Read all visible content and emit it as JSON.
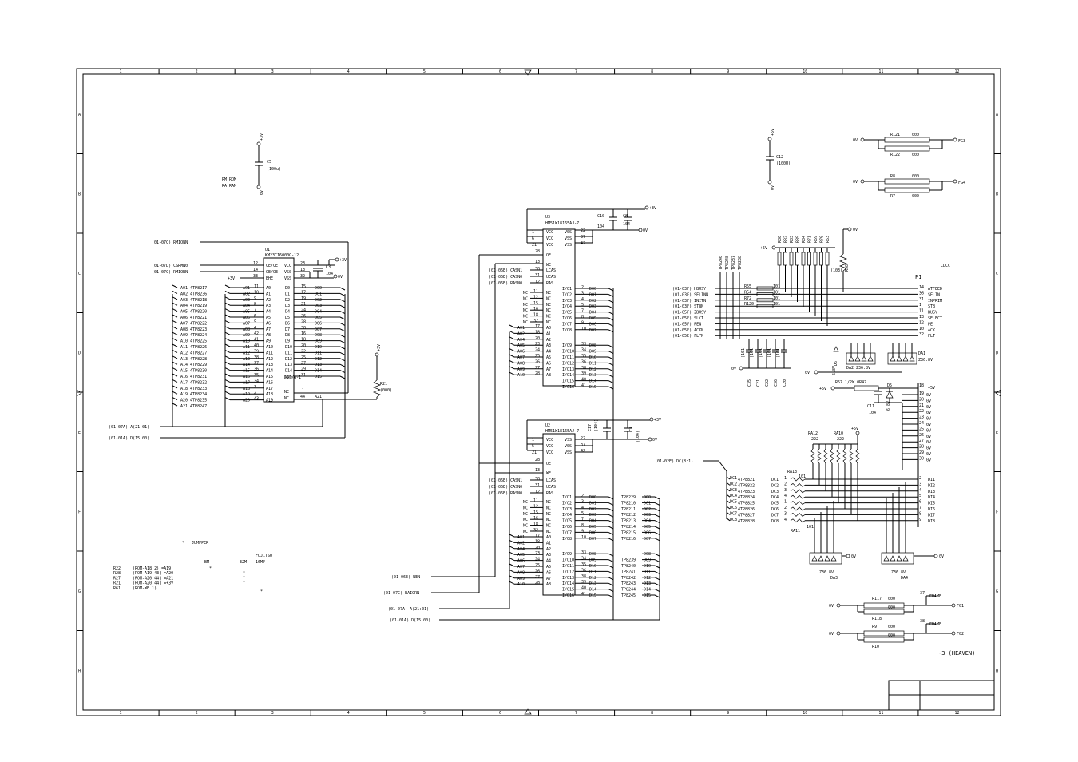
{
  "border": {
    "columns": [
      "1",
      "2",
      "3",
      "4",
      "5",
      "6",
      "7",
      "8",
      "9",
      "10",
      "11",
      "12"
    ],
    "rows": [
      "A",
      "B",
      "C",
      "D",
      "E",
      "F",
      "G",
      "H"
    ]
  },
  "legend": {
    "rom": "RM:ROM",
    "ram": "RA:RAM",
    "jumper": "* : JUMPPER",
    "bm": "BM",
    "mode32": "32M",
    "fujitsu": "FUJITSU",
    "mode16": "16MF",
    "lines": [
      {
        "ref": "R22",
        "desc": "(ROM-A18  2) =A19"
      },
      {
        "ref": "R28",
        "desc": "(ROM-A19 43) =A20"
      },
      {
        "ref": "R27",
        "desc": "(ROM-A20 44) =A21"
      },
      {
        "ref": "R21",
        "desc": "(ROM-A20 44) =+3V"
      },
      {
        "ref": "R61",
        "desc": "(ROM-WE   1)"
      }
    ]
  },
  "caps_top": {
    "c5_ref": "C5",
    "c5_val": "(100u)",
    "c5_top": "+3V",
    "c5_bot": "0V",
    "c12_ref": "C12",
    "c12_val": "(100U)",
    "c12_top": "+5V",
    "c12_bot": "0V"
  },
  "u1": {
    "ref": "U1",
    "part": "KM23C16000G-12",
    "in_pins": [
      {
        "name": "CE/CE",
        "num": "12"
      },
      {
        "name": "OE/OE",
        "num": "14"
      },
      {
        "name": "BHE",
        "num": "33"
      }
    ],
    "power": [
      {
        "name": "VCC",
        "num": "23"
      },
      {
        "name": "VSS",
        "num": "13"
      },
      {
        "name": "VSS",
        "num": "32"
      }
    ],
    "c3_ref": "C3",
    "c3_val": "104",
    "sig_rmoe": "(01-07C) RMIOWN",
    "sig_csrmn": "(01-07D) CSRMN0",
    "sig_rmiorn": "(01-07C) RMIORN",
    "plus3v": "+3V",
    "zero_v": "0V",
    "addr": [
      {
        "tp": "A01 4TP8217",
        "bus": "A01",
        "num": "11",
        "pin": "A0"
      },
      {
        "tp": "A02 4TP8236",
        "bus": "A02",
        "num": "10",
        "pin": "A1"
      },
      {
        "tp": "A03 4TP8218",
        "bus": "A03",
        "num": "9",
        "pin": "A2"
      },
      {
        "tp": "A04 4TP8219",
        "bus": "A04",
        "num": "8",
        "pin": "A3"
      },
      {
        "tp": "A05 4TP8220",
        "bus": "A05",
        "num": "7",
        "pin": "A4"
      },
      {
        "tp": "A06 4TP8221",
        "bus": "A06",
        "num": "6",
        "pin": "A5"
      },
      {
        "tp": "A07 4TP8222",
        "bus": "A07",
        "num": "5",
        "pin": "A6"
      },
      {
        "tp": "A08 4TP8223",
        "bus": "A08",
        "num": "4",
        "pin": "A7"
      },
      {
        "tp": "A09 4TP8224",
        "bus": "A09",
        "num": "42",
        "pin": "A8"
      },
      {
        "tp": "A10 4TP8225",
        "bus": "A10",
        "num": "41",
        "pin": "A9"
      },
      {
        "tp": "A11 4TP8226",
        "bus": "A11",
        "num": "40",
        "pin": "A10"
      },
      {
        "tp": "A12 4TP8227",
        "bus": "A12",
        "num": "39",
        "pin": "A11"
      },
      {
        "tp": "A13 4TP8228",
        "bus": "A13",
        "num": "38",
        "pin": "A12"
      },
      {
        "tp": "A14 4TP8229",
        "bus": "A14",
        "num": "37",
        "pin": "A13"
      },
      {
        "tp": "A15 4TP8230",
        "bus": "A15",
        "num": "36",
        "pin": "A14"
      },
      {
        "tp": "A16 4TP8231",
        "bus": "A16",
        "num": "35",
        "pin": "A15"
      },
      {
        "tp": "A17 4TP8232",
        "bus": "A17",
        "num": "34",
        "pin": "A16"
      },
      {
        "tp": "A18 4TP8233",
        "bus": "A18",
        "num": "3",
        "pin": "A17"
      },
      {
        "tp": "A19 4TP8234",
        "bus": "A19",
        "num": "2",
        "pin": "A18"
      },
      {
        "tp": "A20 4TP8235",
        "bus": "A20",
        "num": "43",
        "pin": "A19"
      },
      {
        "tp": "A21 4TP8247",
        "bus": "",
        "num": "",
        "pin": ""
      }
    ],
    "data": [
      {
        "pin": "D0",
        "num": "15",
        "bus": "D00"
      },
      {
        "pin": "D1",
        "num": "17",
        "bus": "D01"
      },
      {
        "pin": "D2",
        "num": "19",
        "bus": "D02"
      },
      {
        "pin": "D3",
        "num": "21",
        "bus": "D03"
      },
      {
        "pin": "D4",
        "num": "24",
        "bus": "D04"
      },
      {
        "pin": "D5",
        "num": "26",
        "bus": "D05"
      },
      {
        "pin": "D6",
        "num": "28",
        "bus": "D06"
      },
      {
        "pin": "D7",
        "num": "30",
        "bus": "D07"
      },
      {
        "pin": "D8",
        "num": "16",
        "bus": "D08"
      },
      {
        "pin": "D9",
        "num": "18",
        "bus": "D09"
      },
      {
        "pin": "D10",
        "num": "20",
        "bus": "D10"
      },
      {
        "pin": "D11",
        "num": "22",
        "bus": "D11"
      },
      {
        "pin": "D12",
        "num": "25",
        "bus": "D12"
      },
      {
        "pin": "D13",
        "num": "27",
        "bus": "D13"
      },
      {
        "pin": "D14",
        "num": "29",
        "bus": "D14"
      },
      {
        "pin": "D15",
        "num": "31",
        "bus": "D15"
      }
    ],
    "d15a": "D15/A-1",
    "nc1": "NC",
    "nc1_num": "1",
    "nc2": "NC",
    "nc2_num": "44",
    "nc2_bus": "A21",
    "r21_ref": "R21",
    "r21_val": "(000)",
    "r21_top": "+3V",
    "sig_addr": "(01-07A) A(21:01)",
    "sig_data": "(01-01A) D(15:00)"
  },
  "u3": {
    "ref": "U3",
    "part": "HM51W18165AJ-7",
    "vcc": [
      {
        "num": "1"
      },
      {
        "num": "6"
      },
      {
        "num": "21"
      }
    ],
    "vss": [
      {
        "num": "22"
      },
      {
        "num": "37"
      },
      {
        "num": "42"
      }
    ],
    "c10_ref": "C10",
    "c10_val": "104",
    "c8_ref": "C8",
    "c8_val": "104",
    "plus3v": "+3V",
    "zero_v": "0V",
    "oe_num": "28",
    "we_num": "13",
    "cas": [
      {
        "sig": "(01-06E) CASN1",
        "num": "30",
        "pin": "LCAS"
      },
      {
        "sig": "(01-06E) CASN0",
        "num": "31",
        "pin": "UCAS"
      },
      {
        "sig": "(01-06E) RASN0",
        "num": "12",
        "pin": "RAS"
      }
    ],
    "nc": [
      "11",
      "12",
      "15",
      "16",
      "18",
      "32"
    ],
    "io": [
      {
        "pin": "I/O1",
        "num": "2",
        "bus": "D00"
      },
      {
        "pin": "I/O2",
        "num": "3",
        "bus": "D01"
      },
      {
        "pin": "I/O3",
        "num": "4",
        "bus": "D02"
      },
      {
        "pin": "I/O4",
        "num": "5",
        "bus": "D03"
      },
      {
        "pin": "I/O5",
        "num": "7",
        "bus": "D04"
      },
      {
        "pin": "I/O6",
        "num": "8",
        "bus": "D05"
      },
      {
        "pin": "I/O7",
        "num": "9",
        "bus": "D06"
      },
      {
        "pin": "I/O8",
        "num": "10",
        "bus": "D07"
      },
      {
        "pin": "I/O9",
        "num": "33",
        "bus": "D08"
      },
      {
        "pin": "I/O10",
        "num": "34",
        "bus": "D09"
      },
      {
        "pin": "I/O11",
        "num": "35",
        "bus": "D10"
      },
      {
        "pin": "I/O12",
        "num": "36",
        "bus": "D11"
      },
      {
        "pin": "I/O13",
        "num": "38",
        "bus": "D12"
      },
      {
        "pin": "I/O14",
        "num": "39",
        "bus": "D13"
      },
      {
        "pin": "I/O15",
        "num": "40",
        "bus": "D14"
      },
      {
        "pin": "I/O16",
        "num": "41",
        "bus": "D15"
      }
    ],
    "addr": [
      {
        "bus": "A01",
        "num": "17",
        "pin": "A0"
      },
      {
        "bus": "A02",
        "num": "18",
        "pin": "A1"
      },
      {
        "bus": "A04",
        "num": "20",
        "pin": "A2"
      },
      {
        "bus": "A05",
        "num": "23",
        "pin": "A3"
      },
      {
        "bus": "A06",
        "num": "24",
        "pin": "A4"
      },
      {
        "bus": "A07",
        "num": "25",
        "pin": "A5"
      },
      {
        "bus": "A08",
        "num": "26",
        "pin": "A6"
      },
      {
        "bus": "A09",
        "num": "27",
        "pin": "A7"
      },
      {
        "bus": "A10",
        "num": "28",
        "pin": "A8"
      }
    ]
  },
  "u2": {
    "ref": "U2",
    "part": "HM51W18165AJ-7",
    "vcc": [
      {
        "num": "1"
      },
      {
        "num": "6"
      },
      {
        "num": "21"
      }
    ],
    "vss": [
      {
        "num": "22"
      },
      {
        "num": "37"
      },
      {
        "num": "42"
      }
    ],
    "c17_ref": "C17",
    "c17_val": "(104)",
    "c7_ref": "C7",
    "c7_val": "(104)",
    "plus3v": "+3V",
    "zero_v": "0V",
    "oe_num": "28",
    "we_num": "13",
    "cas": [
      {
        "sig": "(01-06E) CASN1",
        "num": "30",
        "pin": "LCAS"
      },
      {
        "sig": "(01-06E) CASN0",
        "num": "31",
        "pin": "UCAS"
      },
      {
        "sig": "(01-06E) RASN0",
        "num": "12",
        "pin": "RAS"
      }
    ],
    "nc": [
      "11",
      "12",
      "15",
      "16",
      "18",
      "32"
    ],
    "io": [
      {
        "pin": "I/O1",
        "num": "2",
        "bus": "D00",
        "tp": "TP8229"
      },
      {
        "pin": "I/O2",
        "num": "3",
        "bus": "D01",
        "tp": "TP8210"
      },
      {
        "pin": "I/O3",
        "num": "4",
        "bus": "D02",
        "tp": "TP8211"
      },
      {
        "pin": "I/O4",
        "num": "5",
        "bus": "D03",
        "tp": "TP8212"
      },
      {
        "pin": "I/O5",
        "num": "7",
        "bus": "D04",
        "tp": "TP8213"
      },
      {
        "pin": "I/O6",
        "num": "8",
        "bus": "D05",
        "tp": "TP8214"
      },
      {
        "pin": "I/O7",
        "num": "9",
        "bus": "D06",
        "tp": "TP8215"
      },
      {
        "pin": "I/O8",
        "num": "10",
        "bus": "D07",
        "tp": "TP8216"
      },
      {
        "pin": "I/O9",
        "num": "33",
        "bus": "D08",
        "tp": ""
      },
      {
        "pin": "I/O10",
        "num": "34",
        "bus": "D09",
        "tp": "TP8239"
      },
      {
        "pin": "I/O11",
        "num": "35",
        "bus": "D10",
        "tp": "TP8240"
      },
      {
        "pin": "I/O12",
        "num": "36",
        "bus": "D11",
        "tp": "TP8241"
      },
      {
        "pin": "I/O13",
        "num": "38",
        "bus": "D12",
        "tp": "TP8242"
      },
      {
        "pin": "I/O14",
        "num": "39",
        "bus": "D13",
        "tp": "TP8243"
      },
      {
        "pin": "I/O15",
        "num": "40",
        "bus": "D14",
        "tp": "TP8244"
      },
      {
        "pin": "I/O16",
        "num": "41",
        "bus": "D15",
        "tp": "TP8245"
      }
    ],
    "addr": [
      {
        "bus": "A01",
        "num": "17",
        "pin": "A0"
      },
      {
        "bus": "A02",
        "num": "18",
        "pin": "A1"
      },
      {
        "bus": "A04",
        "num": "20",
        "pin": "A2"
      },
      {
        "bus": "A05",
        "num": "23",
        "pin": "A3"
      },
      {
        "bus": "A06",
        "num": "24",
        "pin": "A4"
      },
      {
        "bus": "A07",
        "num": "25",
        "pin": "A5"
      },
      {
        "bus": "A08",
        "num": "26",
        "pin": "A6"
      },
      {
        "bus": "A09",
        "num": "27",
        "pin": "A7"
      },
      {
        "bus": "A10",
        "num": "28",
        "pin": "A8"
      }
    ],
    "sig_wen": "(01-06E) WEN",
    "sig_raiorn": "(01-07C) RAIORN",
    "sig_addr": "(01-07A) A(21:01)",
    "sig_data": "(01-01A) D(15:00)"
  },
  "resistors_top": [
    {
      "left": "0V",
      "ref": "R121",
      "val": "000",
      "out": "FG3"
    },
    {
      "left": "",
      "ref": "R122",
      "val": "000",
      "out": ""
    },
    {
      "left": "0V",
      "ref": "R8",
      "val": "000",
      "out": "FG4"
    },
    {
      "left": "",
      "ref": "R7",
      "val": "000",
      "out": ""
    }
  ],
  "printer": {
    "cdcc": "CDCC",
    "p1": "P1",
    "tp_cols": [
      "TP8240",
      "TP8248",
      "TP8237",
      "TP8238"
    ],
    "pullups": [
      "R80",
      "R82",
      "R83",
      "R89",
      "R84",
      "R71",
      "R59",
      "R70",
      "R53"
    ],
    "pull_val": "102",
    "r58": "R58",
    "r58_val": "(103)",
    "plus5v": "+5V",
    "zero_v": "0V",
    "inputs": [
      {
        "sig": "(01-03F) HBUSY",
        "r": "R55",
        "val": "101",
        "pin": "14",
        "name": "ATFEED"
      },
      {
        "sig": "(01-03F) SELINN",
        "r": "R54",
        "val": "101",
        "pin": "36",
        "name": "SELIN"
      },
      {
        "sig": "(01-03F) INITN",
        "r": "R72",
        "val": "101",
        "pin": "31",
        "name": "INPRIM"
      },
      {
        "sig": "(01-03F) STBN",
        "r": "R120",
        "val": "101",
        "pin": "1",
        "name": "STB"
      },
      {
        "sig": "(01-05F) ZBUSY",
        "r": "",
        "val": "",
        "pin": "11",
        "name": "BUSY"
      },
      {
        "sig": "(01-05F) SLCT",
        "r": "",
        "val": "",
        "pin": "13",
        "name": "SELECT"
      },
      {
        "sig": "(01-05F) PEN",
        "r": "",
        "val": "",
        "pin": "12",
        "name": "PE"
      },
      {
        "sig": "(01-05F) ACKN",
        "r": "",
        "val": "",
        "pin": "10",
        "name": "ACK"
      },
      {
        "sig": "(01-05E) FLTN",
        "r": "",
        "val": "",
        "pin": "32",
        "name": "FLT"
      }
    ],
    "caps": [
      "C35",
      "C21",
      "C22",
      "C36",
      "C20"
    ],
    "cap_val": "(101)",
    "diodes": [
      {
        "ref": "DA2",
        "val": "Z36.8V"
      },
      {
        "ref": "DA1",
        "val": "Z36.8V"
      },
      {
        "ref": "D6",
        "val": "6.8V"
      }
    ],
    "r57": "R57 1/2W 0R47",
    "plus5v_out": "+5V",
    "pin18": "18",
    "c11": "C11",
    "c11_val": "104",
    "d5": "D5",
    "d5_val": "6.8V",
    "gnd_pins": [
      "19",
      "20",
      "21",
      "22",
      "23",
      "24",
      "25",
      "26",
      "27",
      "28",
      "29",
      "30"
    ],
    "gnd_label": "0V"
  },
  "data_port": {
    "sig": "(01-02E) DC(8:1)",
    "ra12": "RA12",
    "ra12_val": "222",
    "ra10": "RA10",
    "ra10_val": "222",
    "ra13": "RA13",
    "ra13_val": "101",
    "ra11": "RA11",
    "ra11_val": "101",
    "plus5v": "+5V",
    "rows": [
      {
        "dc": "DC1",
        "tp": "4TP8821",
        "res": "1",
        "pin": "2",
        "name": "DI1"
      },
      {
        "dc": "DC2",
        "tp": "4TP8822",
        "res": "2",
        "pin": "3",
        "name": "DI2"
      },
      {
        "dc": "DC3",
        "tp": "4TP8823",
        "res": "3",
        "pin": "4",
        "name": "DI3"
      },
      {
        "dc": "DC4",
        "tp": "4TP8824",
        "res": "4",
        "pin": "5",
        "name": "DI4"
      },
      {
        "dc": "DC5",
        "tp": "4TP8825",
        "res": "1",
        "pin": "6",
        "name": "DI5"
      },
      {
        "dc": "DC6",
        "tp": "4TP8826",
        "res": "2",
        "pin": "7",
        "name": "DI6"
      },
      {
        "dc": "DC7",
        "tp": "4TP8827",
        "res": "3",
        "pin": "8",
        "name": "DI7"
      },
      {
        "dc": "DC8",
        "tp": "4TP8828",
        "res": "4",
        "pin": "9",
        "name": "DI8"
      }
    ],
    "da3": "DA3",
    "da3_val": "Z36.8V",
    "da4": "DA4",
    "da4_val": "Z36.8V",
    "zero_v": "0V"
  },
  "frame": [
    {
      "left": "0V",
      "ref": "R117",
      "val": "000",
      "pin": "37",
      "name": "FRAME",
      "out": "FG1"
    },
    {
      "left": "",
      "ref": "R118",
      "val": "000",
      "pin": "",
      "name": "",
      "out": ""
    },
    {
      "left": "0V",
      "ref": "R9",
      "val": "000",
      "pin": "38",
      "name": "FRAME",
      "out": "FG2"
    },
    {
      "left": "",
      "ref": "R10",
      "val": "000",
      "pin": "",
      "name": "",
      "out": ""
    }
  ],
  "sheet_label": "-3 (HEAVEN)"
}
